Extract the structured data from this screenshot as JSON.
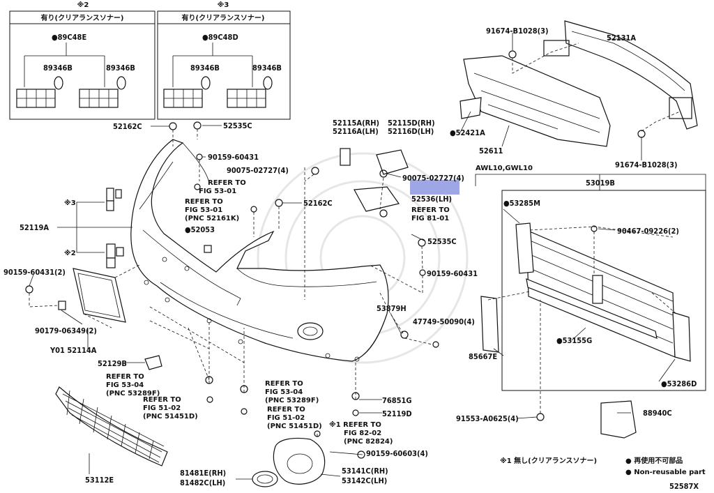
{
  "inset_left": {
    "note": "※2",
    "title": "有り(クリアランスソナー)",
    "kit": "●89C48E",
    "sensor_left": "89346B",
    "sensor_right": "89346B"
  },
  "inset_mid": {
    "note": "※3",
    "title": "有り(クリアランスソナー)",
    "kit": "●89C48D",
    "sensor_left": "89346B",
    "sensor_right": "89346B"
  },
  "labels": {
    "p52162c_top": "52162C",
    "p52535c_top": "52535C",
    "p90159_60431_top": "90159-60431",
    "refer_53_01_a": "REFER TO",
    "refer_53_01_b": "FIG 53-01",
    "refer_53_01k_a": "REFER TO",
    "refer_53_01k_b": "FIG 53-01",
    "refer_53_01k_c": "(PNC 52161K)",
    "p52053": "●52053",
    "p52119a": "52119A",
    "note3": "※3",
    "note2": "※2",
    "p90159_60431_2": "90159-60431(2)",
    "p90179_06349": "90179-06349(2)",
    "p52114a": "Y01 52114A",
    "p52115a": "52115A(RH)",
    "p52116a": "52116A(LH)",
    "p52115d": "52115D(RH)",
    "p52116d": "52116D(LH)",
    "p90075_a": "90075-02727(4)",
    "p90075_b": "90075-02727(4)",
    "p52536": "52536(LH)",
    "p52162c_mid": "52162C",
    "refer_81_01_a": "REFER TO",
    "refer_81_01_b": "FIG 81-01",
    "p52535c_mid": "52535C",
    "p90159_60431_mid": "90159-60431",
    "p53879h": "53879H",
    "p47749": "47749-50090(4)",
    "p52129b": "52129B",
    "refer_53_04_a": "REFER TO",
    "refer_53_04_b": "FIG 53-04",
    "refer_53_04_c": "(PNC 53289F)",
    "refer_51_02_a": "REFER TO",
    "refer_51_02_b": "FIG 51-02",
    "refer_51_02_c": "(PNC 51451D)",
    "refer_53_04r_a": "REFER TO",
    "refer_53_04r_b": "FIG 53-04",
    "refer_53_04r_c": "(PNC 53289F)",
    "refer_51_02r_a": "REFER TO",
    "refer_51_02r_b": "FIG 51-02",
    "refer_51_02r_c": "(PNC 51451D)",
    "refer_82_02_a": "※1 REFER TO",
    "refer_82_02_b": "FIG 82-02",
    "refer_82_02_c": "(PNC 82824)",
    "p76851g": "76851G",
    "p52119d": "52119D",
    "p90159_60603": "90159-60603(4)",
    "p53112e": "53112E",
    "p81481e": "81481E(RH)",
    "p81482c": "81482C(LH)",
    "p53141c": "53141C(RH)",
    "p53142c": "53142C(LH)",
    "p91674_top": "91674-B1028(3)",
    "p52131a": "52131A",
    "p52421a": "●52421A",
    "p52611": "52611",
    "p91674_bot": "91674-B1028(3)",
    "awl": "AWL10,GWL10",
    "p53019b": "53019B",
    "p53285m": "●53285M",
    "p90467": "90467-09226(2)",
    "p53155g": "●53155G",
    "p85667e": "85667E",
    "p53286d": "●53286D",
    "p91553": "91553-A0625(4)",
    "p88940c": "88940C",
    "footnote1": "※1 無し(クリアランスソナー)",
    "legend_jp": "● 再使用不可部品",
    "legend_en": "● Non-reusable part",
    "fig_id": "52587X"
  },
  "highlight_color": "#9fa6e6"
}
